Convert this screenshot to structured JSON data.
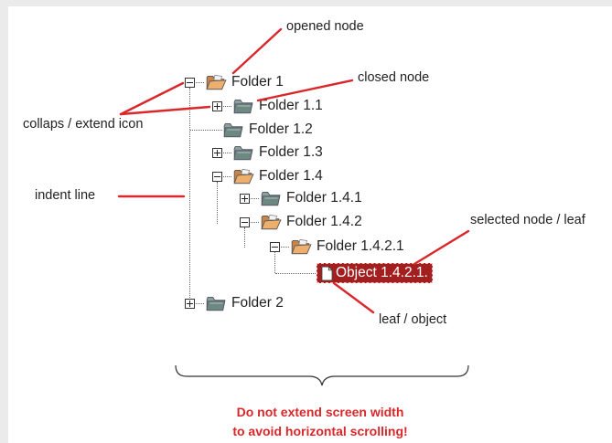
{
  "tree": {
    "folder_1": "Folder 1",
    "folder_1_1": "Folder 1.1",
    "folder_1_2": "Folder 1.2",
    "folder_1_3": "Folder 1.3",
    "folder_1_4": "Folder 1.4",
    "folder_1_4_1": "Folder 1.4.1",
    "folder_1_4_2": "Folder 1.4.2",
    "folder_1_4_2_1": "Folder 1.4.2.1",
    "object_1_4_2_1": "Object 1.4.2.1.",
    "folder_2": "Folder 2"
  },
  "annotations": {
    "opened_node": "opened node",
    "closed_node": "closed node",
    "collapse_icon": "collaps / extend icon",
    "indent_line": "indent line",
    "selected_node": "selected node / leaf",
    "leaf_object": "leaf / object"
  },
  "warning": {
    "line1": "Do not extend screen width",
    "line2": "to avoid horizontal scrolling!"
  },
  "colors": {
    "arrow": "#d9272a",
    "selection": "#a31f1f",
    "open_folder": "#e8a464",
    "closed_folder": "#7d9590"
  },
  "icons": {
    "open_folder": "folder-open-icon",
    "closed_folder": "folder-closed-icon",
    "document": "document-icon",
    "expand": "plus-box-icon",
    "collapse": "minus-box-icon"
  }
}
